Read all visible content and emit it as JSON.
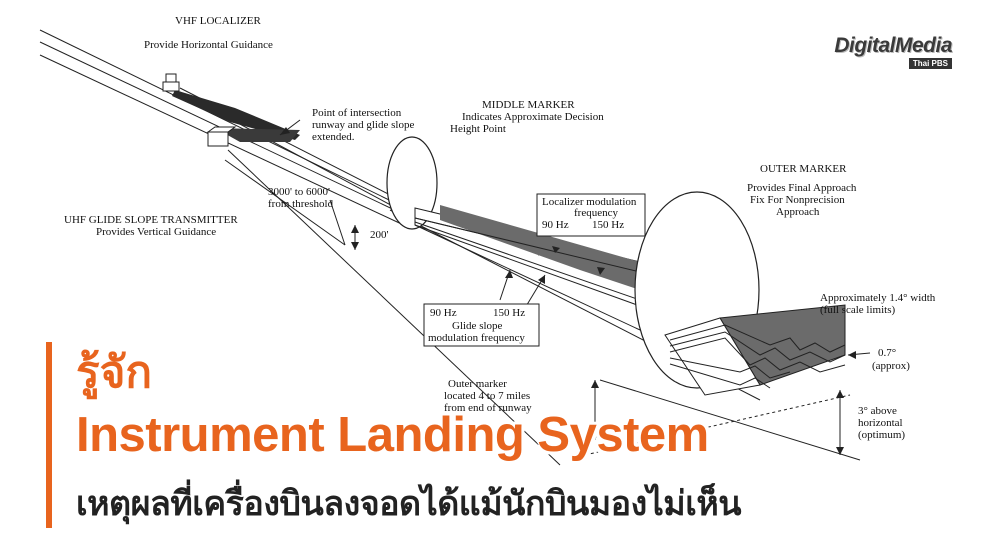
{
  "diagram": {
    "localizer": {
      "title": "VHF LOCALIZER",
      "desc": "Provide Horizontal Guidance"
    },
    "glide_slope": {
      "title": "UHF GLIDE SLOPE TRANSMITTER",
      "desc": "Provides Vertical Guidance"
    },
    "intersection": {
      "line1": "Point of intersection",
      "line2": "runway and glide slope",
      "line3": "extended."
    },
    "threshold_distance": {
      "line1": "3000' to 6000'",
      "line2": "from threshold"
    },
    "height_200": "200'",
    "middle_marker": {
      "title": "MIDDLE MARKER",
      "line1": "Indicates Approximate Decision",
      "line2": "Height Point"
    },
    "localizer_mod": {
      "line1": "Localizer modulation",
      "line2": "frequency",
      "hz90": "90 Hz",
      "hz150": "150 Hz"
    },
    "glide_mod": {
      "hz90": "90 Hz",
      "hz150": "150 Hz",
      "line1": "Glide slope",
      "line2": "modulation frequency"
    },
    "outer_marker": {
      "title": "OUTER MARKER",
      "line1": "Provides Final Approach",
      "line2": "Fix For Nonprecision",
      "line3": "Approach"
    },
    "width": {
      "line1": "Approximately 1.4° width",
      "line2": "(full scale limits)"
    },
    "deg07": {
      "line1": "0.7°",
      "line2": "(approx)"
    },
    "outer_location": {
      "line1": "Outer marker",
      "line2": "located 4 to 7 miles",
      "line3": "from end of runway"
    },
    "deg3": {
      "line1": "3° above",
      "line2": "horizontal",
      "line3": "(optimum)"
    }
  },
  "logo": {
    "name": "DigitalMedia",
    "sub": "Thai PBS"
  },
  "overlay": {
    "line1": "รู้จัก",
    "line2": "Instrument Landing System",
    "line3": "เหตุผลที่เครื่องบินลงจอดได้แม้นักบินมองไม่เห็น"
  },
  "colors": {
    "accent": "#e8641e",
    "beam": "#6b6b6b",
    "line": "#222222"
  }
}
